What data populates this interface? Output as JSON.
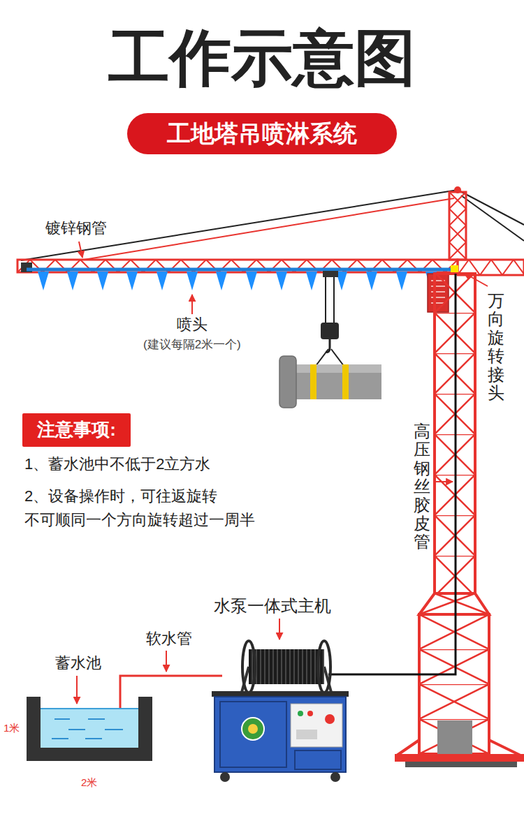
{
  "diagram": {
    "title": "工作示意图",
    "nodes": [
      {
        "text": [
          "工地塔吊喷淋系统"
        ]
      },
      {
        "text": [
          "注意事项:"
        ]
      }
    ],
    "labels": [
      "镀锌钢管",
      "喷头",
      "(建议每隔2米一个)",
      "万向旋转接头",
      "高压钢丝胶皮管",
      "1、蓄水池中不低于2立方水",
      "2、设备操作时，可往返旋转 不可顺同一个方向旋转超过一周半",
      "水泵一体式主机",
      "软水管",
      "蓄水池",
      "1米",
      "2米"
    ]
  }
}
